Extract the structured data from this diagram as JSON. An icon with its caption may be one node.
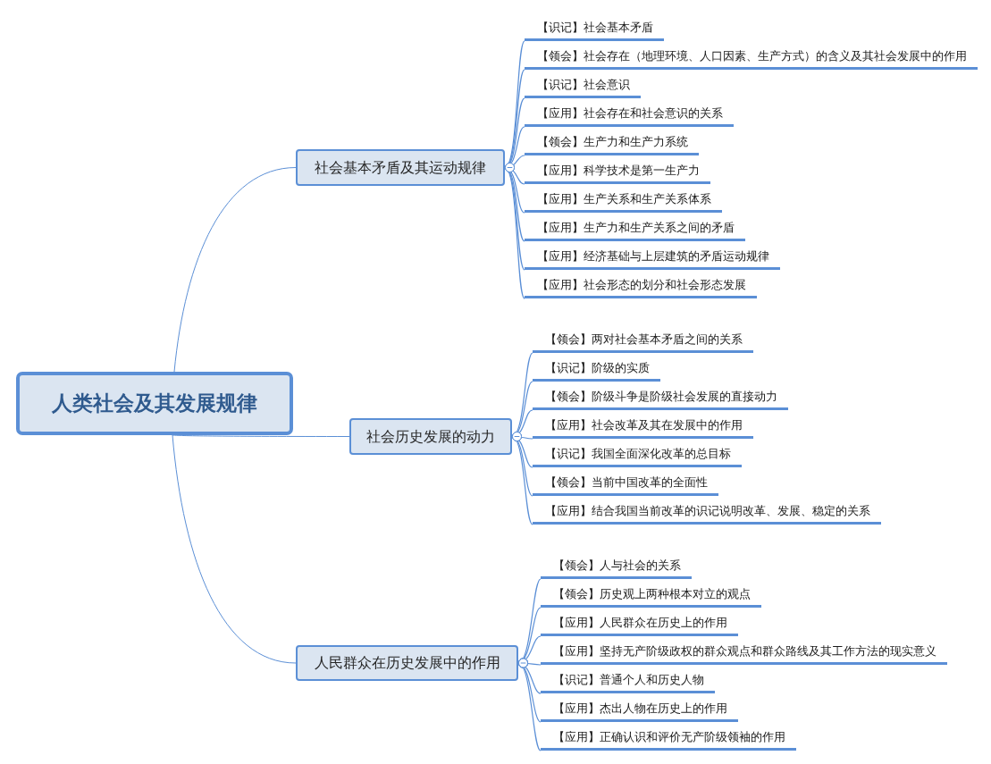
{
  "diagram": {
    "nodes": [
      {
        "text": [
          "人类社会及其发展规律"
        ]
      },
      {
        "text": [
          "社会基本矛盾及其运动规律"
        ]
      },
      {
        "text": [
          "【识记】社会基本矛盾"
        ]
      },
      {
        "text": [
          "【领会】社会存在（地理环境、人口因素、生产方式）的含义及其社会发展中的作用"
        ]
      },
      {
        "text": [
          "【识记】社会意识"
        ]
      },
      {
        "text": [
          "【应用】社会存在和社会意识的关系"
        ]
      },
      {
        "text": [
          "【领会】生产力和生产力系统"
        ]
      },
      {
        "text": [
          "【应用】科学技术是第一生产力"
        ]
      },
      {
        "text": [
          "【应用】生产关系和生产关系体系"
        ]
      },
      {
        "text": [
          "【应用】生产力和生产关系之间的矛盾"
        ]
      },
      {
        "text": [
          "【应用】经济基础与上层建筑的矛盾运动规律"
        ]
      },
      {
        "text": [
          "【应用】社会形态的划分和社会形态发展"
        ]
      },
      {
        "text": [
          "社会历史发展的动力"
        ]
      },
      {
        "text": [
          "【领会】两对社会基本矛盾之间的关系"
        ]
      },
      {
        "text": [
          "【识记】阶级的实质"
        ]
      },
      {
        "text": [
          "【领会】阶级斗争是阶级社会发展的直接动力"
        ]
      },
      {
        "text": [
          "【应用】社会改革及其在发展中的作用"
        ]
      },
      {
        "text": [
          "【识记】我国全面深化改革的总目标"
        ]
      },
      {
        "text": [
          "【领会】当前中国改革的全面性"
        ]
      },
      {
        "text": [
          "【应用】结合我国当前改革的识记说明改革、发展、稳定的关系"
        ]
      },
      {
        "text": [
          "人民群众在历史发展中的作用"
        ]
      },
      {
        "text": [
          "【领会】人与社会的关系"
        ]
      },
      {
        "text": [
          "【领会】历史观上两种根本对立的观点"
        ]
      },
      {
        "text": [
          "【应用】人民群众在历史上的作用"
        ]
      },
      {
        "text": [
          "【应用】坚持无产阶级政权的群众观点和群众路线及其工作方法的现实意义"
        ]
      },
      {
        "text": [
          "【识记】普通个人和历史人物"
        ]
      },
      {
        "text": [
          "【应用】杰出人物在历史上的作用"
        ]
      },
      {
        "text": [
          "【应用】正确认识和评价无产阶级领袖的作用"
        ]
      }
    ],
    "edges": [
      {
        "from": 0,
        "to": 1,
        "arrow": "none"
      },
      {
        "from": 0,
        "to": 12,
        "arrow": "none"
      },
      {
        "from": 0,
        "to": 20,
        "arrow": "none"
      },
      {
        "from": 1,
        "to": 2,
        "arrow": "other"
      },
      {
        "from": 1,
        "to": 3,
        "arrow": "other"
      },
      {
        "from": 1,
        "to": 4,
        "arrow": "other"
      },
      {
        "from": 1,
        "to": 5,
        "arrow": "other"
      },
      {
        "from": 1,
        "to": 6,
        "arrow": "other"
      },
      {
        "from": 1,
        "to": 7,
        "arrow": "other"
      },
      {
        "from": 1,
        "to": 8,
        "arrow": "other"
      },
      {
        "from": 1,
        "to": 9,
        "arrow": "other"
      },
      {
        "from": 1,
        "to": 10,
        "arrow": "other"
      },
      {
        "from": 1,
        "to": 11,
        "arrow": "other"
      },
      {
        "from": 12,
        "to": 13,
        "arrow": "other"
      },
      {
        "from": 12,
        "to": 14,
        "arrow": "other"
      },
      {
        "from": 12,
        "to": 15,
        "arrow": "other"
      },
      {
        "from": 12,
        "to": 16,
        "arrow": "other"
      },
      {
        "from": 12,
        "to": 17,
        "arrow": "other"
      },
      {
        "from": 12,
        "to": 18,
        "arrow": "other"
      },
      {
        "from": 12,
        "to": 19,
        "arrow": "other"
      },
      {
        "from": 20,
        "to": 21,
        "arrow": "other"
      },
      {
        "from": 20,
        "to": 22,
        "arrow": "other"
      },
      {
        "from": 20,
        "to": 23,
        "arrow": "other"
      },
      {
        "from": 20,
        "to": 24,
        "arrow": "other"
      },
      {
        "from": 20,
        "to": 25,
        "arrow": "other"
      },
      {
        "from": 20,
        "to": 26,
        "arrow": "other"
      },
      {
        "from": 20,
        "to": 27,
        "arrow": "other"
      }
    ]
  }
}
